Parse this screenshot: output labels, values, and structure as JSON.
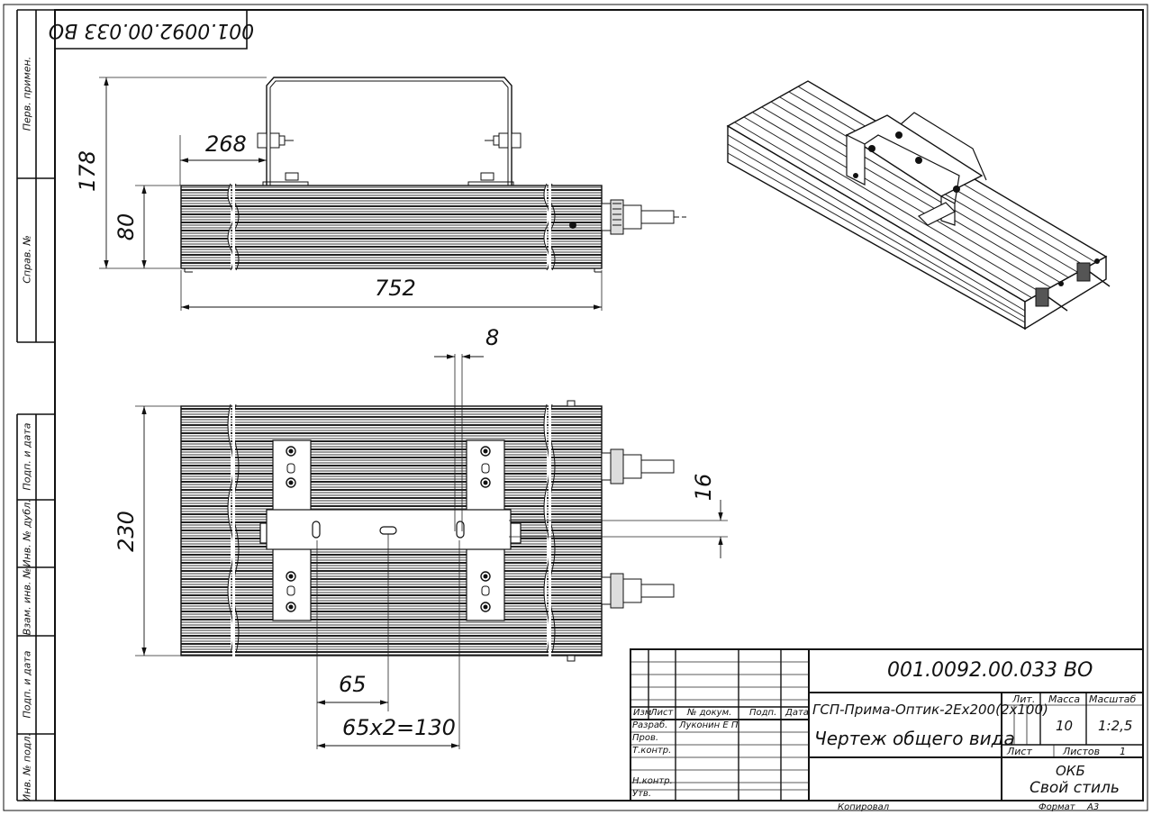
{
  "sidebar": {
    "labels": [
      "Перв. примен.",
      "Справ. №",
      "Подп. и дата",
      "Инв. № дубл.",
      "Взам. инв. №",
      "Подп. и дата",
      "Инв. № подл."
    ]
  },
  "top_stamp": "001.0092.00.033 ВО",
  "dimensions": {
    "d268": "268",
    "d178": "178",
    "d80": "80",
    "d752": "752",
    "d8": "8",
    "d16": "16",
    "d230": "230",
    "d65": "65",
    "d65x2": "65x2=130"
  },
  "title_block": {
    "doc_number": "001.0092.00.033 ВО",
    "product_name": "ГСП-Прима-Оптик-2Ex200(2x100)",
    "drawing_type": "Чертеж общего вида",
    "col_headers": [
      "Изм",
      "Лист",
      "№ докум.",
      "Подп.",
      "Дата"
    ],
    "rows": [
      {
        "role": "Разраб.",
        "name": "Луконин Е П"
      },
      {
        "role": "Пров.",
        "name": ""
      },
      {
        "role": "Т.контр.",
        "name": ""
      },
      {
        "role": "Н.контр.",
        "name": ""
      },
      {
        "role": "Утв.",
        "name": ""
      }
    ],
    "lit_label": "Лит.",
    "mass_label": "Масса",
    "scale_label": "Масштаб",
    "mass_value": "10",
    "scale_value": "1:2,5",
    "sheet_label": "Лист",
    "sheets_label": "Листов",
    "sheets_value": "1",
    "org_line1": "ОКБ",
    "org_line2": "Свой стиль",
    "copied_label": "Копировал",
    "format_label": "Формат",
    "format_value": "А3"
  }
}
